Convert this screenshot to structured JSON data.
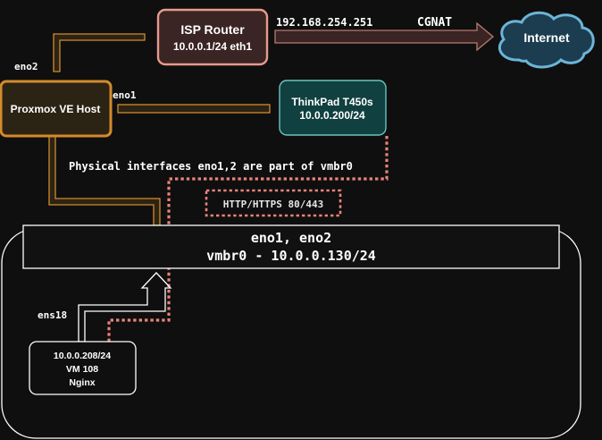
{
  "isp_router": {
    "title": "ISP Router",
    "subtitle": "10.0.0.1/24 eth1"
  },
  "wan_ip_label": "192.168.254.251",
  "cgnat_label": "CGNAT",
  "internet_cloud": {
    "label": "Internet"
  },
  "eno2_label": "eno2",
  "eno1_label": "eno1",
  "proxmox_host": {
    "label": "Proxmox VE Host"
  },
  "thinkpad": {
    "title": "ThinkPad T450s",
    "subtitle": "10.0.0.200/24"
  },
  "physical_note": "Physical interfaces eno1,2 are part of vmbr0",
  "http_label": "HTTP/HTTPS 80/443",
  "bridge": {
    "line1": "eno1, eno2",
    "line2": "vmbr0 - 10.0.0.130/24"
  },
  "ens18_label": "ens18",
  "vm": {
    "ip": "10.0.0.208/24",
    "name": "VM 108",
    "service": "Nginx"
  },
  "colors": {
    "background": "#0f0f0f",
    "router_fill": "#3a2424",
    "router_stroke": "#e79a8c",
    "proxmox_fill": "#2b2414",
    "proxmox_stroke": "#d48a2d",
    "link_orange": "#d48a2d",
    "arrow_fill": "#3a2424",
    "arrow_stroke": "#b87b70",
    "cloud_fill": "#1b3d4f",
    "cloud_stroke": "#6cb4d8",
    "thinkpad_fill": "#10403f",
    "thinkpad_stroke": "#6cc3c0",
    "dotted": "#e8837a",
    "line_white": "#ffffff"
  }
}
